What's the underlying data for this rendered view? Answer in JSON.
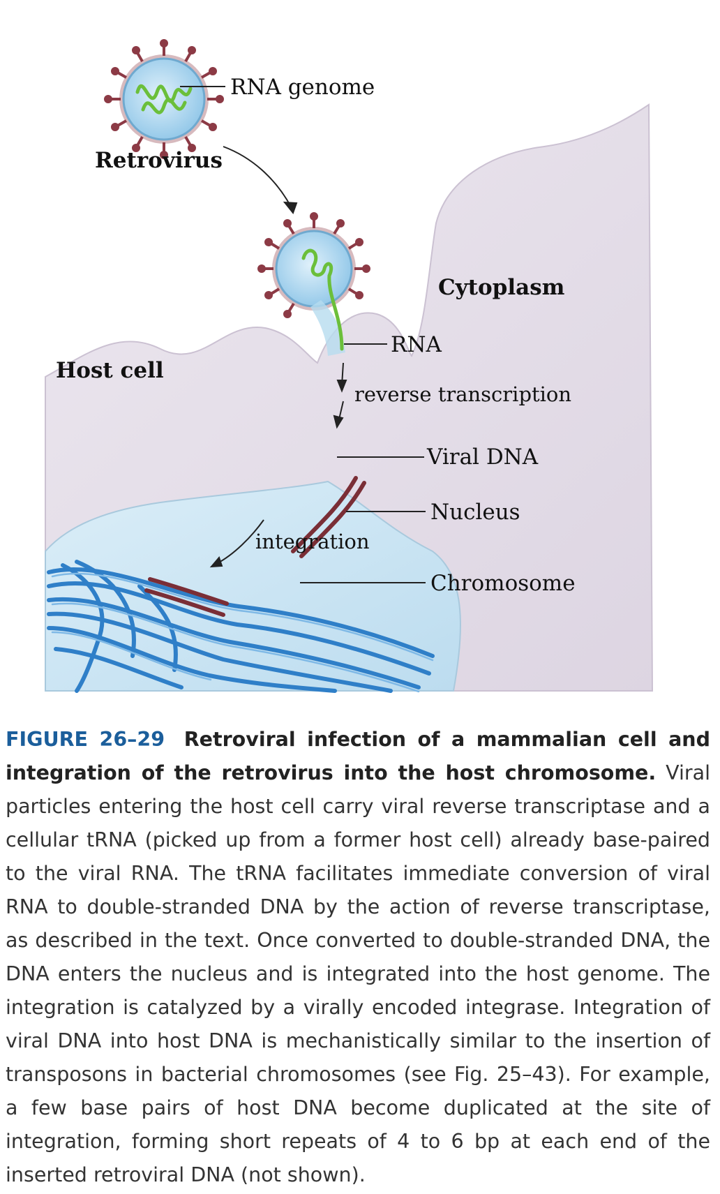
{
  "labels": {
    "rna_genome": "RNA genome",
    "retrovirus": "Retrovirus",
    "cytoplasm": "Cytoplasm",
    "rna": "RNA",
    "host_cell": "Host cell",
    "reverse_transcription": "reverse transcription",
    "viral_dna": "Viral DNA",
    "nucleus": "Nucleus",
    "integration": "integration",
    "chromosome": "Chromosome"
  },
  "caption": {
    "figure_number": "FIGURE 26–29",
    "title": "Retroviral infection of a mammalian cell and integration of the retrovirus into the host chromosome.",
    "body": "Viral particles entering the host cell carry viral reverse transcriptase and a cellular tRNA (picked up from a former host cell) already base-paired to the viral RNA. The tRNA facilitates immediate conversion of viral RNA to double-stranded DNA by the action of reverse transcriptase, as described in the text. Once converted to double-stranded DNA, the DNA enters the nucleus and is integrated into the host genome. The integration is catalyzed by a virally encoded integrase. Integration of viral DNA into host DNA is mechanistically similar to the insertion of transposons in bacterial chromosomes (see Fig. 25–43). For example, a few base pairs of host DNA become duplicated at the site of integration, forming short repeats of 4 to 6 bp at each end of the inserted retroviral DNA (not shown)."
  },
  "colors": {
    "cell": "#e6e0ea",
    "nucleus": "#cfe6f4",
    "virus_capsid": "#a9d4ee",
    "virus_spikes": "#8c3a45",
    "rna": "#6bbf3a",
    "viral_dna": "#7a2e36",
    "chromosome": "#2f7fc8",
    "caption_accent": "#1b5e9b"
  }
}
